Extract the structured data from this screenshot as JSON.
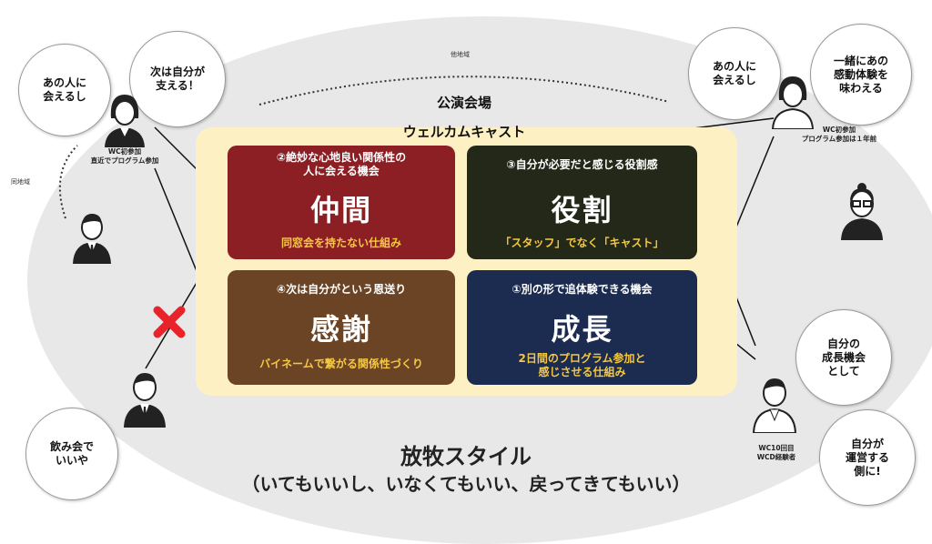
{
  "labels": {
    "other_region": "他地域",
    "same_region": "同地域",
    "venue": "公演会場",
    "welcome_cast": "ウェルカムキャスト"
  },
  "cards": [
    {
      "sub": "②絶妙な心地良い関係性の\n人に会える機会",
      "title": "仲間",
      "note": "同窓会を持たない仕組み",
      "color": "#8b1f24"
    },
    {
      "sub": "③自分が必要だと感じる役割感",
      "title": "役割",
      "note": "「スタッフ」でなく「キャスト」",
      "color": "#232819"
    },
    {
      "sub": "④次は自分がという恩送り",
      "title": "感謝",
      "note": "バイネームで繋がる関係性づくり",
      "color": "#6b4425"
    },
    {
      "sub": "①別の形で追体験できる機会",
      "title": "成長",
      "note": "2日間のプログラム参加と\n感じさせる仕組み",
      "color": "#1c2b50"
    }
  ],
  "bubbles": {
    "b1": "あの人に\n会えるし",
    "b2": "次は自分が\n支える！",
    "b3": "あの人に\n会えるし",
    "b4": "一緒にあの\n感動体験を\n味わえる",
    "b5": "自分の\n成長機会\nとして",
    "b6": "自分が\n運営する\n側に!",
    "b7": "飲み会で\nいいや"
  },
  "captions": {
    "left_person": "WC初参加\n直近でプログラム参加",
    "right_person": "WC初参加\nプログラム参加は１年前",
    "bottom_right_person": "WC10回目\nWCD経験者"
  },
  "footer": {
    "title": "放牧スタイル",
    "subtitle": "（いてもいいし、いなくてもいい、戻ってきてもいい）"
  },
  "colors": {
    "background_oval": "#e8e8e8",
    "panel": "#fdf1c4",
    "note_text": "#f5c842",
    "cross": "#e8232a"
  },
  "icons": [
    "person-female-icon",
    "person-male-icon",
    "person-glasses-icon",
    "cross-mark-icon"
  ]
}
